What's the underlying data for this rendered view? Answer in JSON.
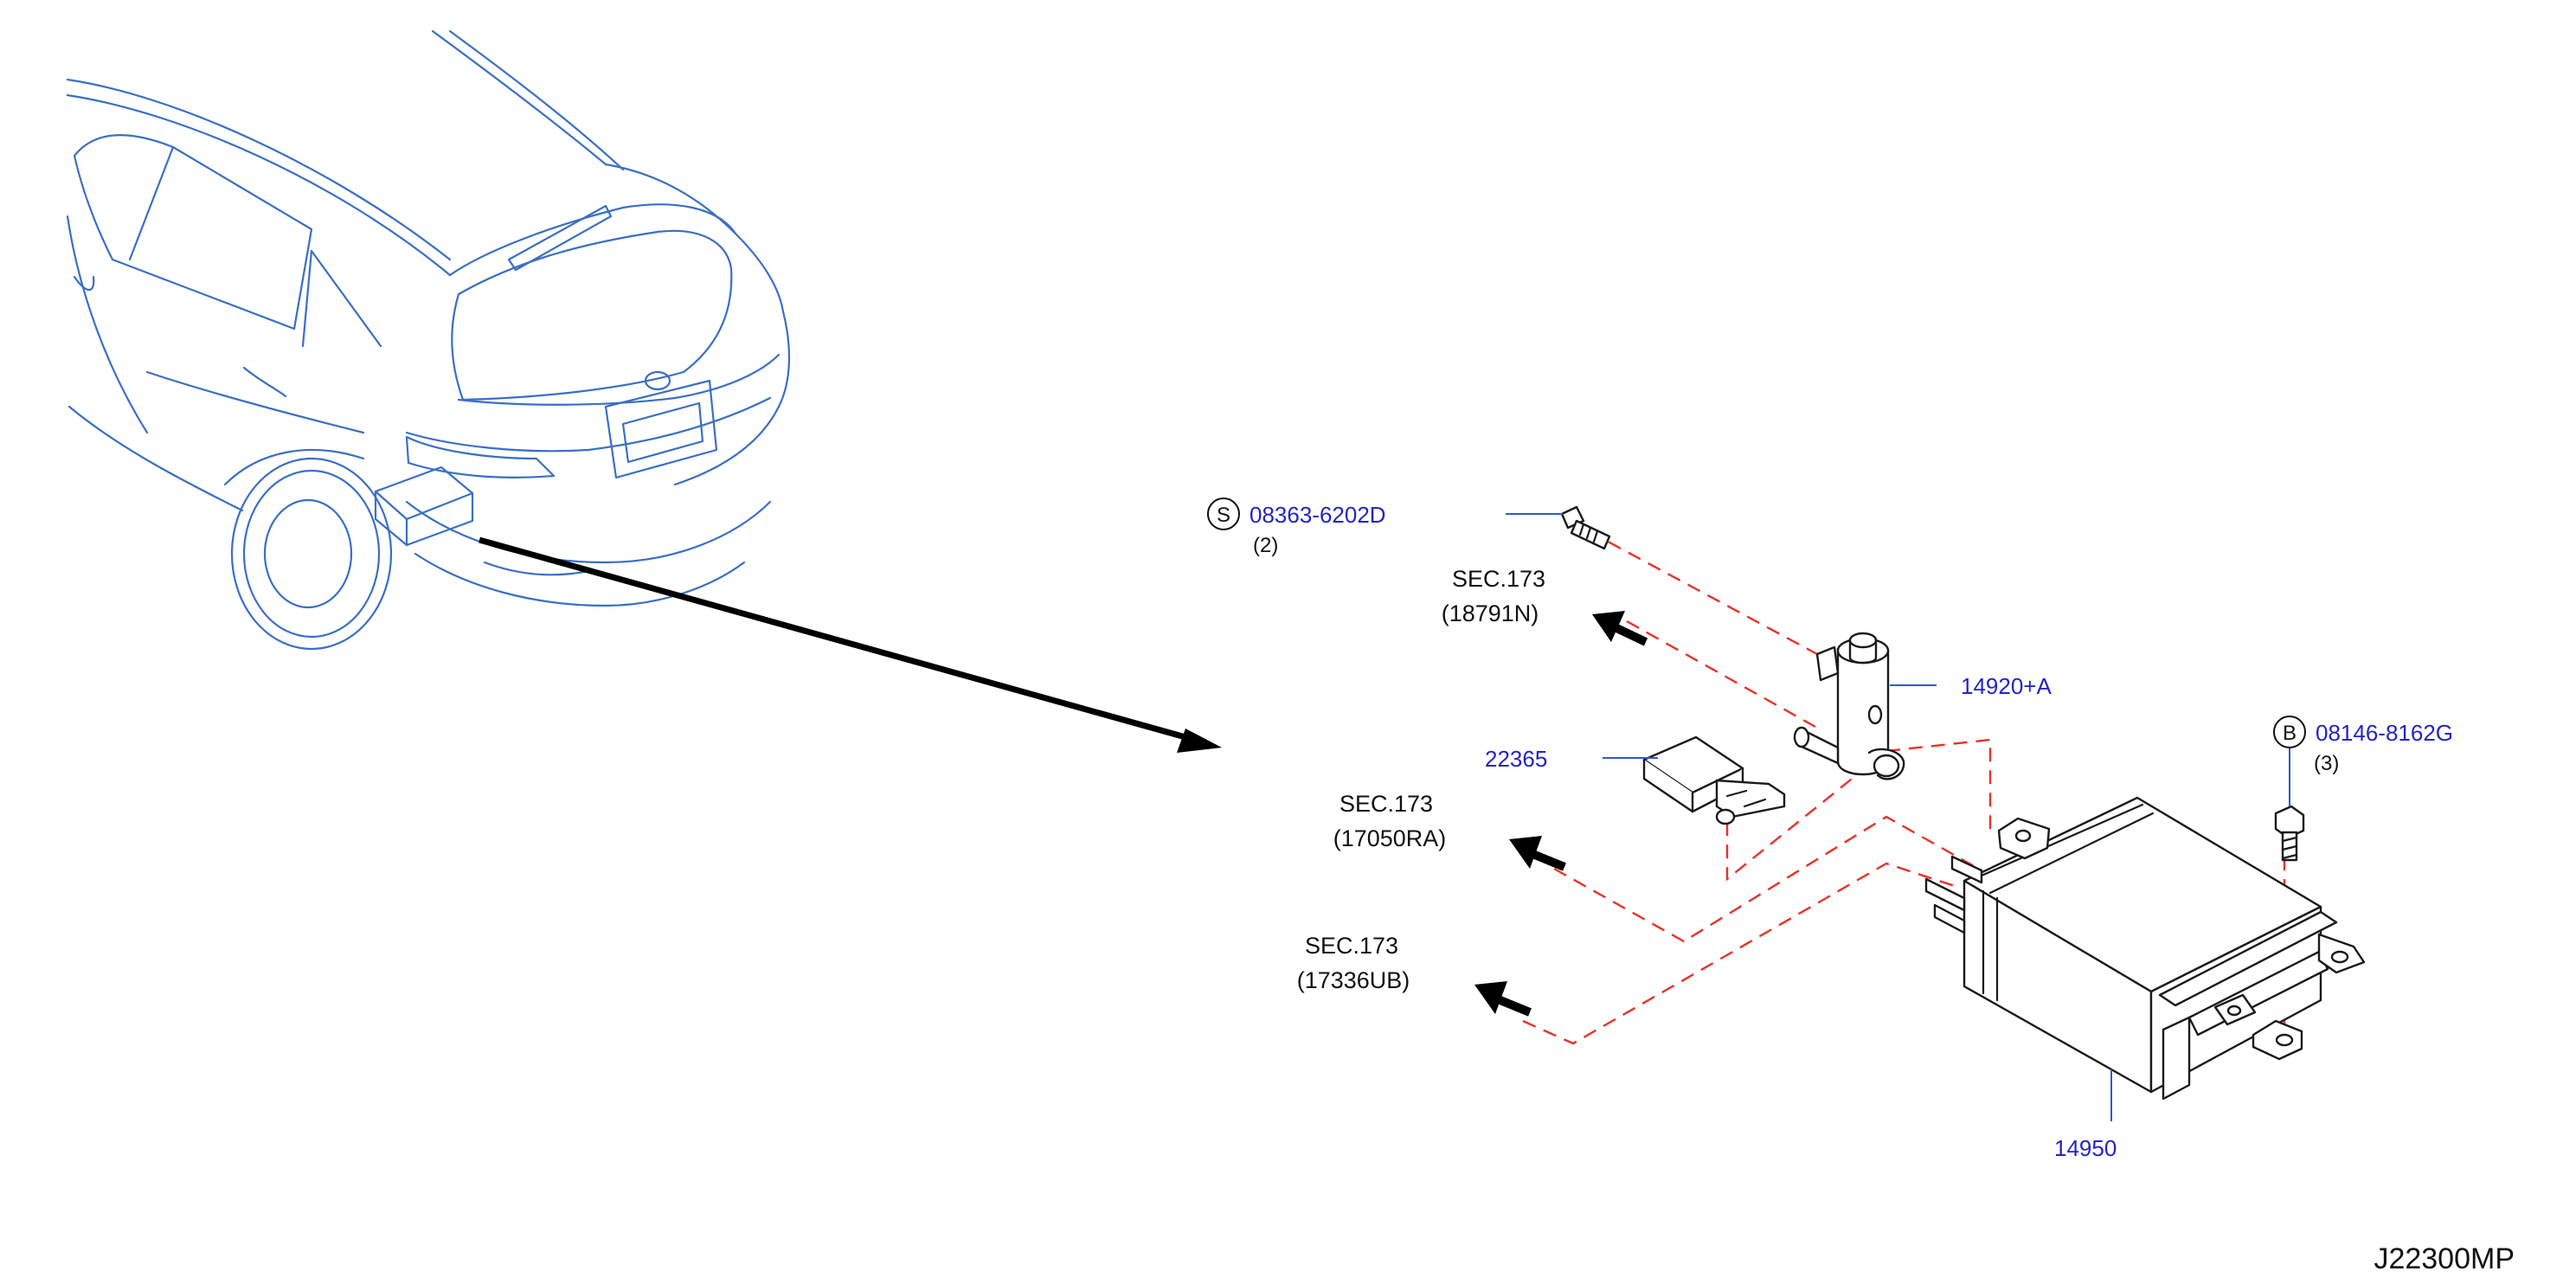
{
  "callouts": {
    "screw": {
      "letter": "S",
      "part_number": "08363-6202D",
      "qty": "(2)"
    },
    "bolt": {
      "letter": "B",
      "part_number": "08146-8162G",
      "qty": "(3)"
    },
    "valve": {
      "part_number": "14920+A"
    },
    "sensor": {
      "part_number": "22365"
    },
    "canister": {
      "part_number": "14950"
    }
  },
  "section_refs": [
    {
      "sec": "SEC.173",
      "ref": "(18791N)"
    },
    {
      "sec": "SEC.173",
      "ref": "(17050RA)"
    },
    {
      "sec": "SEC.173",
      "ref": "(17336UB)"
    }
  ],
  "figure_code": "J22300MP",
  "colors": {
    "part_number_text": "#2424c8",
    "vehicle_outline": "#3a6fc4",
    "hose_dashes": "#e8322a",
    "arrows": "#000000"
  }
}
